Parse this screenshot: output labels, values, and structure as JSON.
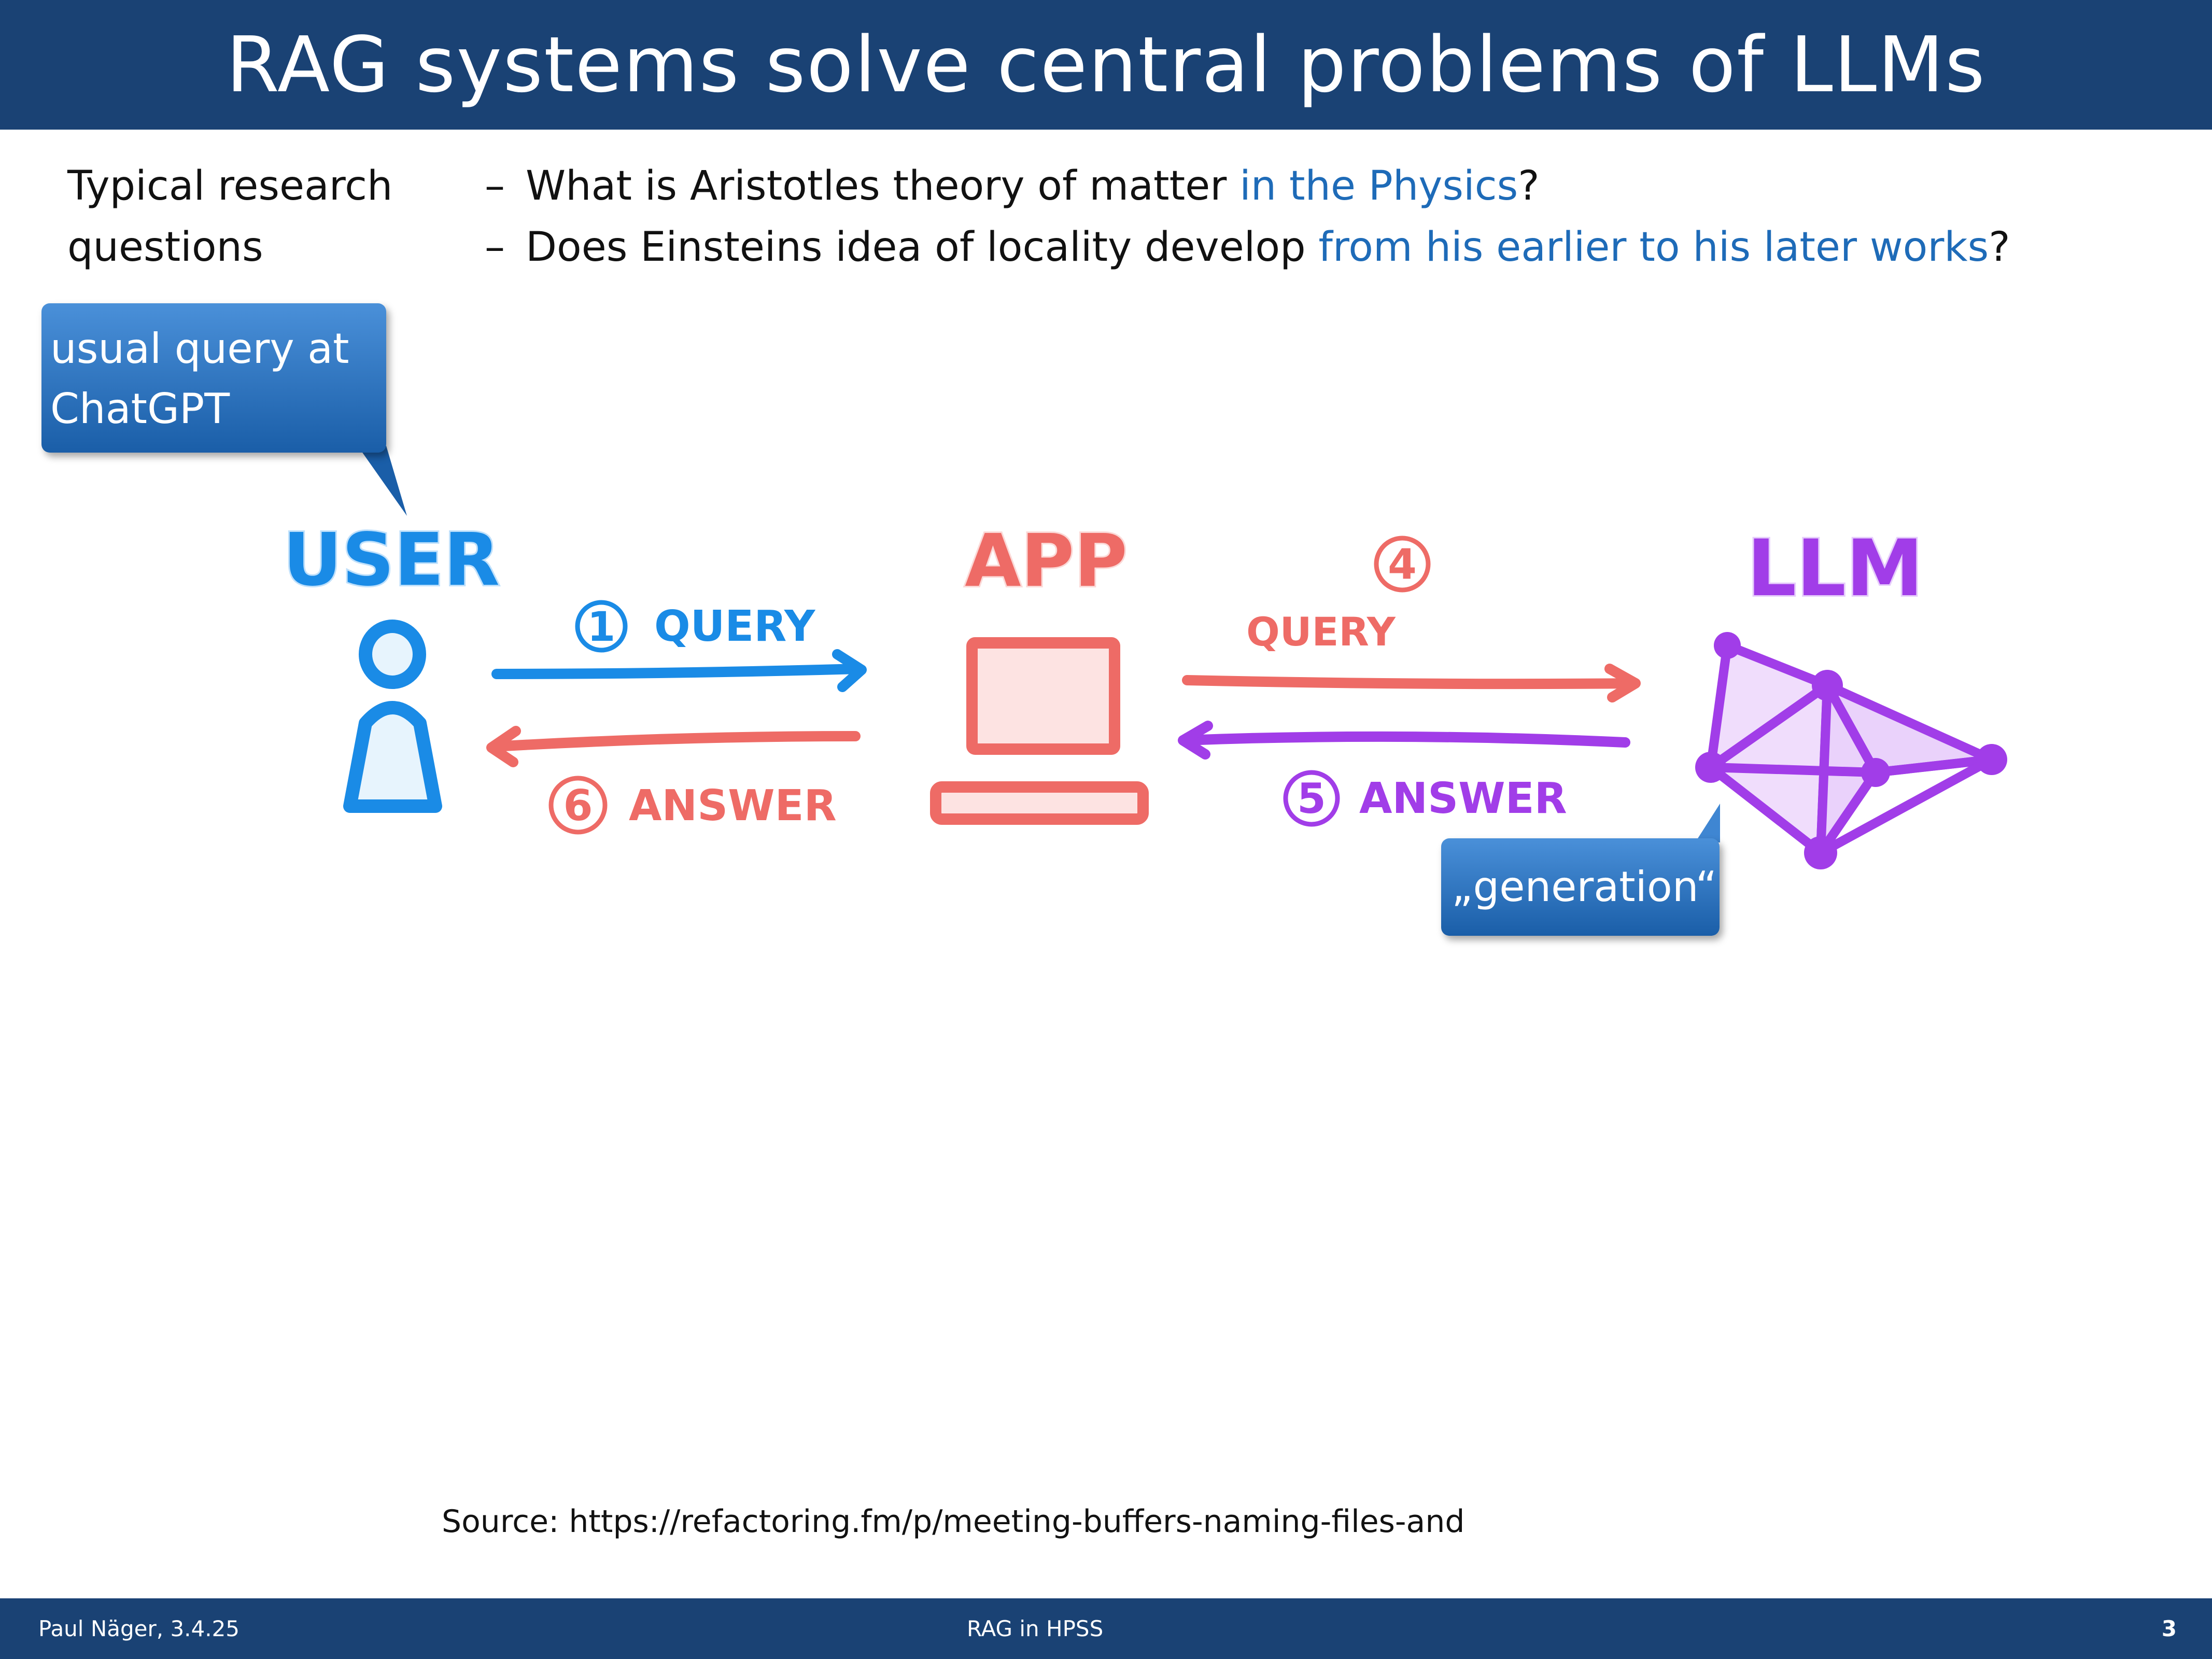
{
  "title": "RAG systems solve central problems of LLMs",
  "questions": {
    "label": "Typical research\nquestions",
    "items": [
      {
        "dash": "–",
        "text": "What is Aristotles theory of matter ",
        "highlight": "in the Physics",
        "end": "?"
      },
      {
        "dash": "–",
        "text": "Does Einsteins idea of locality develop ",
        "highlight": "from his earlier to his later works",
        "end": "?"
      }
    ],
    "highlight_color": "#1e6bb8"
  },
  "callouts": {
    "user_query": "usual query at\nChatGPT",
    "generation": "„generation“"
  },
  "diagram": {
    "nodes": {
      "user": "USER",
      "app": "APP",
      "llm": "LLM"
    },
    "steps": [
      {
        "number": "1",
        "label": "QUERY"
      },
      {
        "number": "4",
        "label": "QUERY"
      },
      {
        "number": "5",
        "label": "ANSWER"
      },
      {
        "number": "6",
        "label": "ANSWER"
      }
    ],
    "colors": {
      "user": "#1a8be6",
      "app": "#ee6b66",
      "llm": "#a13de8"
    }
  },
  "source": "Source: https://refactoring.fm/p/meeting-buffers-naming-files-and",
  "footer": {
    "author_date": "Paul Näger, 3.4.25",
    "topic": "RAG in HPSS",
    "page": "3"
  },
  "theme": {
    "bar_color": "#1a4274",
    "callout_color": "#2a6fbe"
  }
}
